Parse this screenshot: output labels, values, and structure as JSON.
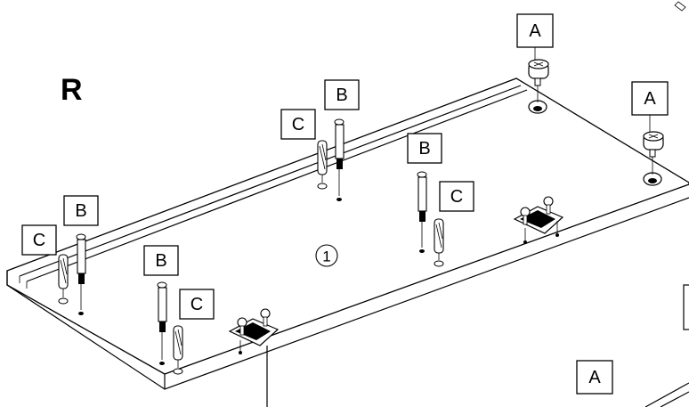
{
  "side_label": "R",
  "step_marker": "1",
  "labels": {
    "cam_a": "A",
    "dowel_b": "B",
    "dowel_c": "C"
  }
}
